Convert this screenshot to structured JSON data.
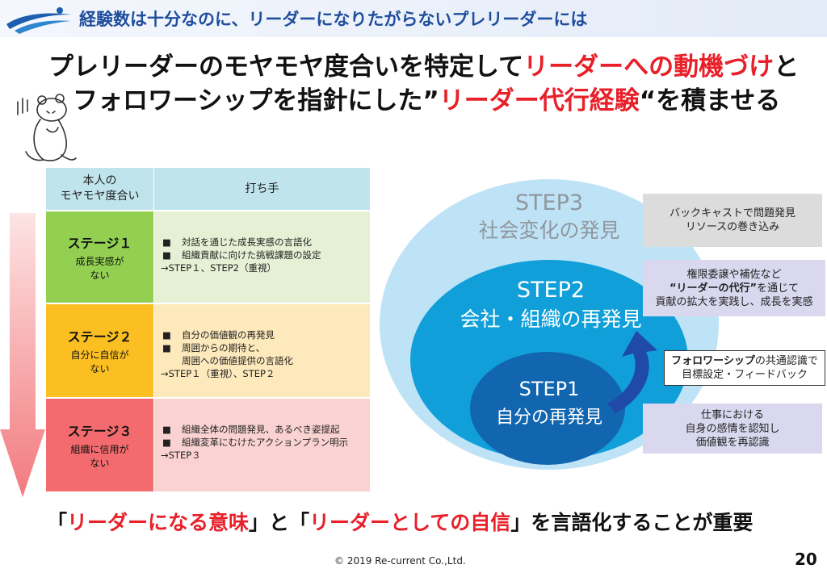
{
  "header": {
    "title": "経験数は十分なのに、リーダーになりたがらないプレリーダーには"
  },
  "headline": {
    "l1_a": "プレリーダーのモヤモヤ度合いを特定して",
    "l1_red": "リーダーへの動機づけ",
    "l1_b": "と",
    "l2_a": "フォロワーシップを指針にした”",
    "l2_red": "リーダー代行経験",
    "l2_b": "“を積ませる"
  },
  "table": {
    "head_col1": "本人の\nモヤモヤ度合い",
    "head_col2": "打ち手",
    "stages": [
      {
        "name": "ステージ１",
        "desc": "成長実感が\nない",
        "bullets": [
          "対話を通じた成長実感の言語化",
          "組織貢献に向けた挑戦課題の設定"
        ],
        "bullet_continuation": "",
        "step": "→STEP１、STEP2（重視）"
      },
      {
        "name": "ステージ２",
        "desc": "自分に自信が\nない",
        "bullets": [
          "自分の価値観の再発見",
          "周囲からの期待と、"
        ],
        "bullet_continuation": "周囲への価値提供の言語化",
        "step": "→STEP１（重視）、STEP２"
      },
      {
        "name": "ステージ３",
        "desc": "組織に信用が\nない",
        "bullets": [
          "組織全体の問題発見、あるべき姿提起",
          "組織変革にむけたアクションプラン明示"
        ],
        "bullet_continuation": "",
        "step": "→STEP３"
      }
    ]
  },
  "diagram": {
    "step3_title": "STEP3",
    "step3_sub": "社会変化の発見",
    "step2_title": "STEP2",
    "step2_sub": "会社・組織の再発見",
    "step1_title": "STEP1",
    "step1_sub": "自分の再発見"
  },
  "callouts": {
    "c1_l1": "バックキャストで問題発見",
    "c1_l2": "リソースの巻き込み",
    "c2_l1": "権限委譲や補佐など",
    "c2_l2_bold": "“リーダーの代行”",
    "c2_l2_rest": "を通じて",
    "c2_l3": "貢献の拡大を実践し、成長を実感",
    "c3_bold": "フォロワーシップ",
    "c3_l1_rest": "の共通認識で",
    "c3_l2": "目標設定・フィードバック",
    "c4_l1": "仕事における",
    "c4_l2": "自身の感情を認知し",
    "c4_l3": "価値観を再認識"
  },
  "bottom": {
    "open1": "「",
    "red1": "リーダーになる意味",
    "mid": "」と「",
    "red2": "リーダーとしての自信",
    "close": "」を言語化することが重要"
  },
  "footer": {
    "copyright": "© 2019 Re-current Co.,Ltd.",
    "page": "20"
  },
  "icons": {
    "bullet": "■"
  },
  "colors": {
    "accent_red": "#e8202a",
    "stage1": "#93d052",
    "stage2": "#fbbf22",
    "stage3": "#f36b6e",
    "step3_fill": "#bfe3f6",
    "step2_fill": "#119fd9",
    "step1_fill": "#1266b0"
  }
}
